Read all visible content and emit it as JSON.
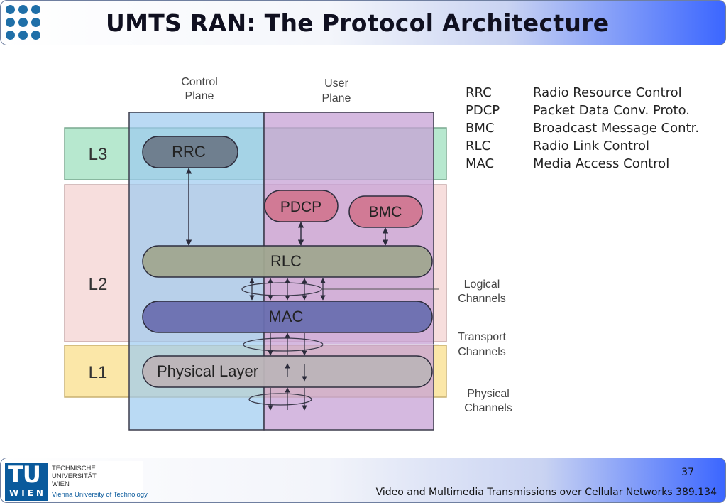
{
  "header": {
    "title": "UMTS RAN: The Protocol Architecture"
  },
  "planes": {
    "control": [
      "Control",
      "Plane"
    ],
    "user": [
      "User",
      "Plane"
    ]
  },
  "layers": {
    "l3": "L3",
    "l2": "L2",
    "l1": "L1"
  },
  "blocks": {
    "rrc": "RRC",
    "pdcp": "PDCP",
    "bmc": "BMC",
    "rlc": "RLC",
    "mac": "MAC",
    "phy": "Physical Layer"
  },
  "channels": {
    "logical": [
      "Logical",
      "Channels"
    ],
    "transport": [
      "Transport",
      "Channels"
    ],
    "physical": [
      "Physical",
      "Channels"
    ]
  },
  "legend": [
    {
      "abbr": "RRC",
      "full": "Radio Resource Control"
    },
    {
      "abbr": "PDCP",
      "full": "Packet Data Conv. Proto."
    },
    {
      "abbr": "BMC",
      "full": "Broadcast Message Contr."
    },
    {
      "abbr": "RLC",
      "full": "Radio Link Control"
    },
    {
      "abbr": "MAC",
      "full": "Media Access Control"
    }
  ],
  "footer": {
    "university_lines": [
      "TECHNISCHE",
      "UNIVERSITÄT",
      "WIEN"
    ],
    "university_en": "Vienna University of Technology",
    "logo_big": "TU",
    "logo_small": "WIEN",
    "page": "37",
    "course": "Video and Multimedia Transmissions over Cellular Networks 389.134"
  },
  "colors": {
    "control_plane": "#9ccbf0",
    "user_plane": "#cfa9dc",
    "l3_band": "#b7e8cf",
    "l2_band": "#f7dedd",
    "l1_band": "#fbe7a8",
    "rrc": "#6f7f8f",
    "pdcp": "#d17a95",
    "mac": "#5b77ac",
    "rlc": "#9fb59a",
    "phy": "#b8c6cc",
    "header_accent": "#3b66ff",
    "tu_blue": "#0a5a9c"
  }
}
